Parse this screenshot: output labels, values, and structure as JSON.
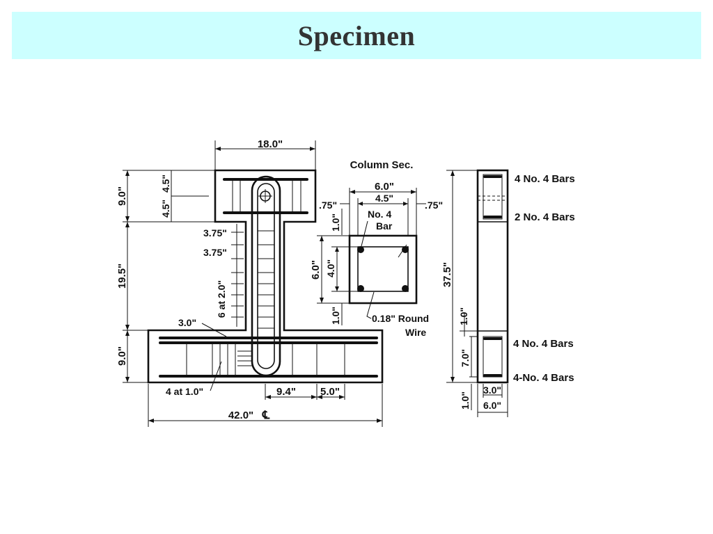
{
  "slide": {
    "title": "Specimen"
  },
  "labels": {
    "top_width": "18.0\"",
    "top_height_left": "9.0\"",
    "top_half_a": "4.5\"",
    "top_half_b": "4.5\"",
    "mid_height": "19.5\"",
    "bottom_height": "9.0\"",
    "stirrup_a": "3.75\"",
    "stirrup_b": "3.75\"",
    "stirrup_spacing": "6 at 2.0\"",
    "stirrup_c": "3.0\"",
    "bottom_spacing": "4 at 1.0\"",
    "dim_94": "9.4\"",
    "dim_50": "5.0\"",
    "overall_width": "42.0\"",
    "centerline": "℄",
    "column_sec_title": "Column Sec.",
    "col_width": "6.0\"",
    "col_inner_width": "4.5\"",
    "col_cover_left": ".75\"",
    "col_cover_right": ".75\"",
    "col_cover_top": "1.0\"",
    "col_bar_line1": "No. 4",
    "col_bar_line2": "Bar",
    "col_height": "6.0\"",
    "col_inner_height": "4.0\"",
    "col_cover_bottom": "1.0\"",
    "col_wire_line1": "0.18\" Round",
    "col_wire_line2": "Wire",
    "side_total": "37.5\"",
    "side_gap": "1.0\"",
    "side_bottom_height": "7.0\"",
    "side_bottom_cover": "1.0\"",
    "side_inner_width": "3.0\"",
    "side_width": "6.0\"",
    "bars_top": "4 No. 4 Bars",
    "bars_second": "2 No. 4 Bars",
    "bars_third": "4 No. 4 Bars",
    "bars_bottom": "4-No. 4 Bars"
  }
}
